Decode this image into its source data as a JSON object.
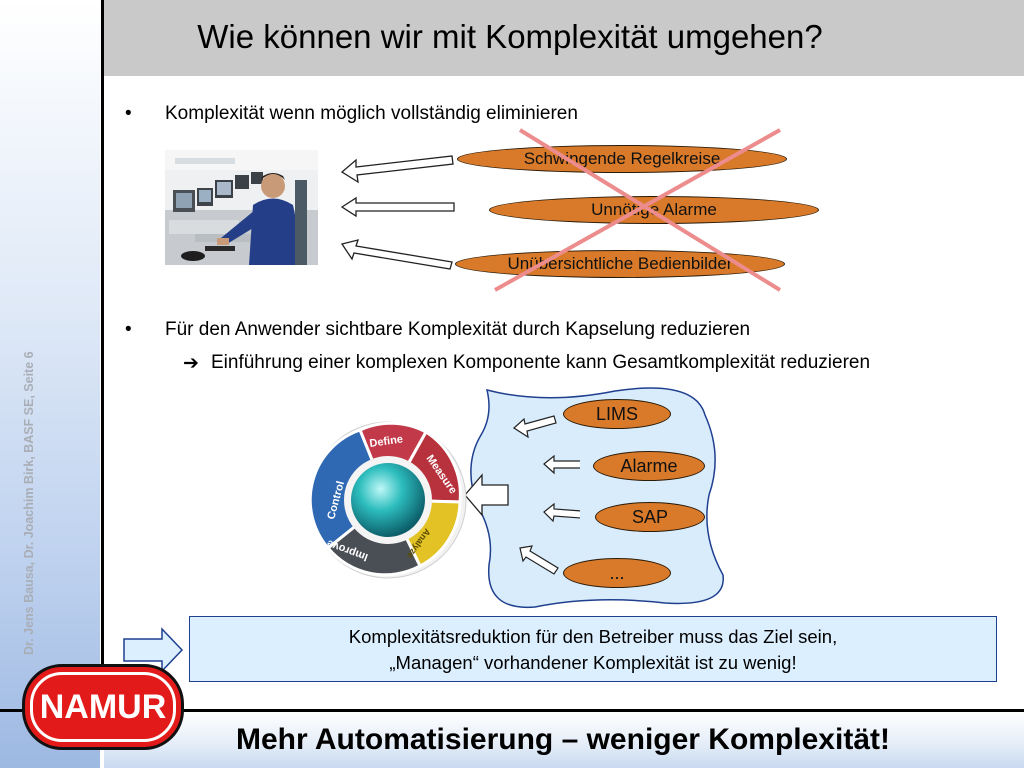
{
  "slide": {
    "title": "Wie können wir mit Komplexität umgehen?",
    "side_credit": "Dr. Jens Bausa, Dr. Joachim Birk, BASF SE, Seite 6",
    "bullets": [
      {
        "symbol": "•",
        "text": "Komplexität wenn möglich vollständig eliminieren"
      },
      {
        "symbol": "•",
        "text": "Für den Anwender sichtbare Komplexität durch Kapselung reduzieren"
      }
    ],
    "subbullet": {
      "symbol": "➔",
      "text": "Einführung einer komplexen Komponente kann Gesamtkomplexität reduzieren"
    },
    "eliminate_items": [
      "Schwingende Regelkreise",
      "Unnötige Alarme",
      "Unübersichtliche Bedienbilder"
    ],
    "encapsulate_items": [
      "LIMS",
      "Alarme",
      "SAP",
      "..."
    ],
    "wheel_labels": [
      "Define",
      "Measure",
      "Analyze",
      "Improve",
      "Control"
    ],
    "message_line1": "Komplexitätsreduktion für den Betreiber muss das Ziel sein,",
    "message_line2": "„Managen“ vorhandener Komplexität ist zu wenig!",
    "slogan": "Mehr Automatisierung – weniger Komplexität!",
    "logo_text": "NAMUR"
  },
  "colors": {
    "oval_orange": "#d87a2a",
    "cross_red": "#e88a8a",
    "blob_blue": "#d6ebfb",
    "logo_red": "#e21a1a"
  }
}
